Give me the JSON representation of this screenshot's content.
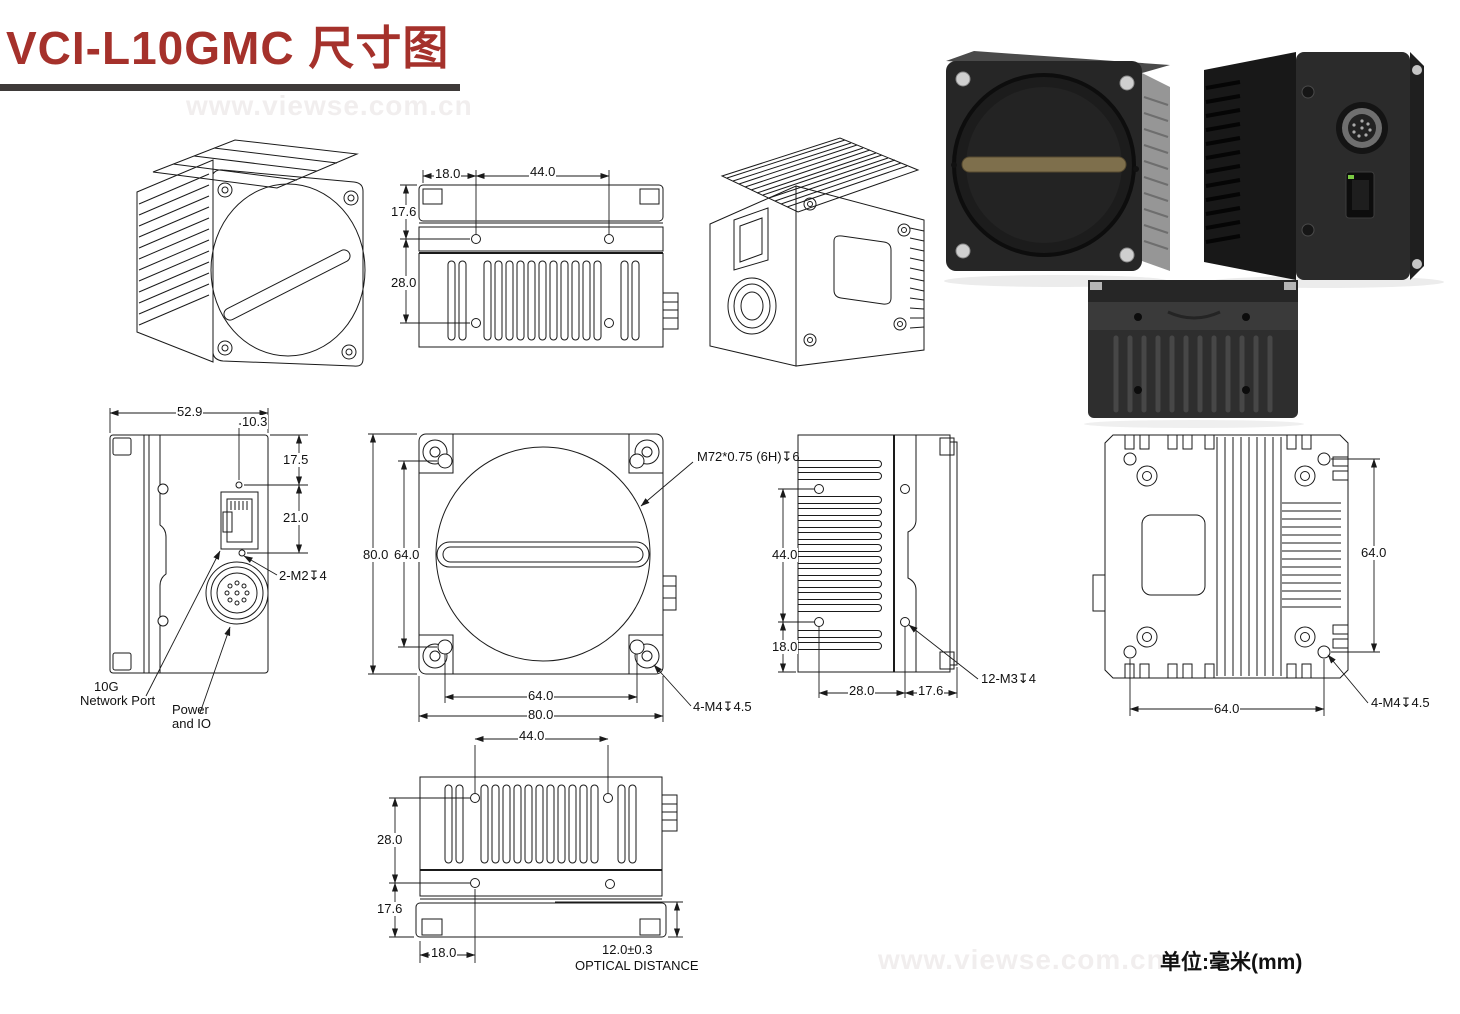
{
  "header": {
    "title": "VCI-L10GMC 尺寸图",
    "accent_color": "#A5312B",
    "rule_color": "#3E3A39"
  },
  "watermarks": {
    "top": "www.viewse.com.cn",
    "bottom": "www.viewse.com.cn"
  },
  "footer": {
    "unit_label": "单位:毫米(mm)"
  },
  "views": {
    "top_profile": {
      "dim_hole_offset": "18.0",
      "dim_hole_span": "44.0",
      "dim_flange_height": "17.6",
      "dim_body_height": "28.0"
    },
    "connector_side": {
      "dim_width": "52.9",
      "dim_port_offset": "10.3",
      "dim_port_top": "17.5",
      "dim_port_height": "21.0",
      "screw_label": "2-M2↧4",
      "label_10g_line1": "10G",
      "label_10g_line2": "Network Port",
      "label_power_line1": "Power",
      "label_power_line2": "and IO"
    },
    "front": {
      "dim_height": "80.0",
      "dim_hole_span_v": "64.0",
      "dim_hole_span_h": "64.0",
      "dim_width": "80.0",
      "mount_label": "M72*0.75 (6H)↧6",
      "screw_label": "4-M4↧4.5"
    },
    "heatsink_side": {
      "dim_hole_span": "44.0",
      "dim_hole_bottom": "18.0",
      "dim_hole_span_h": "28.0",
      "dim_hole_edge": "17.6",
      "screw_label": "12-M3↧4"
    },
    "back": {
      "dim_hole_span_v": "64.0",
      "dim_hole_span_h": "64.0",
      "screw_label": "4-M4↧4.5"
    },
    "bottom_profile": {
      "dim_hole_span": "44.0",
      "dim_body_height": "28.0",
      "dim_flange_height": "17.6",
      "dim_hole_offset": "18.0",
      "optical_distance_value": "12.0±0.3",
      "optical_distance_label": "OPTICAL DISTANCE"
    }
  }
}
